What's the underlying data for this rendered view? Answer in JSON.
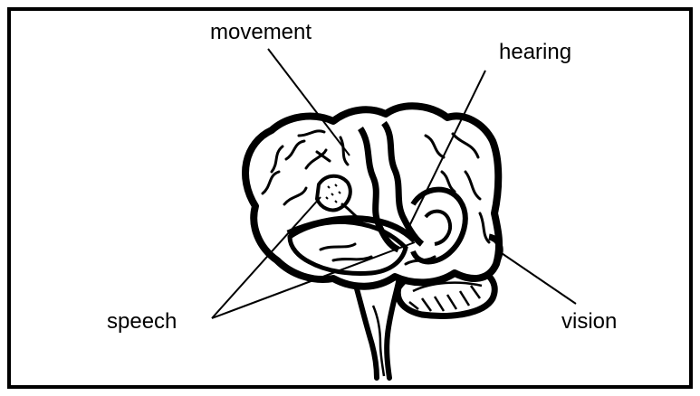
{
  "labels": {
    "movement": "movement",
    "hearing": "hearing",
    "speech": "speech",
    "vision": "vision"
  },
  "colors": {
    "ink": "#000000",
    "background": "#ffffff"
  }
}
